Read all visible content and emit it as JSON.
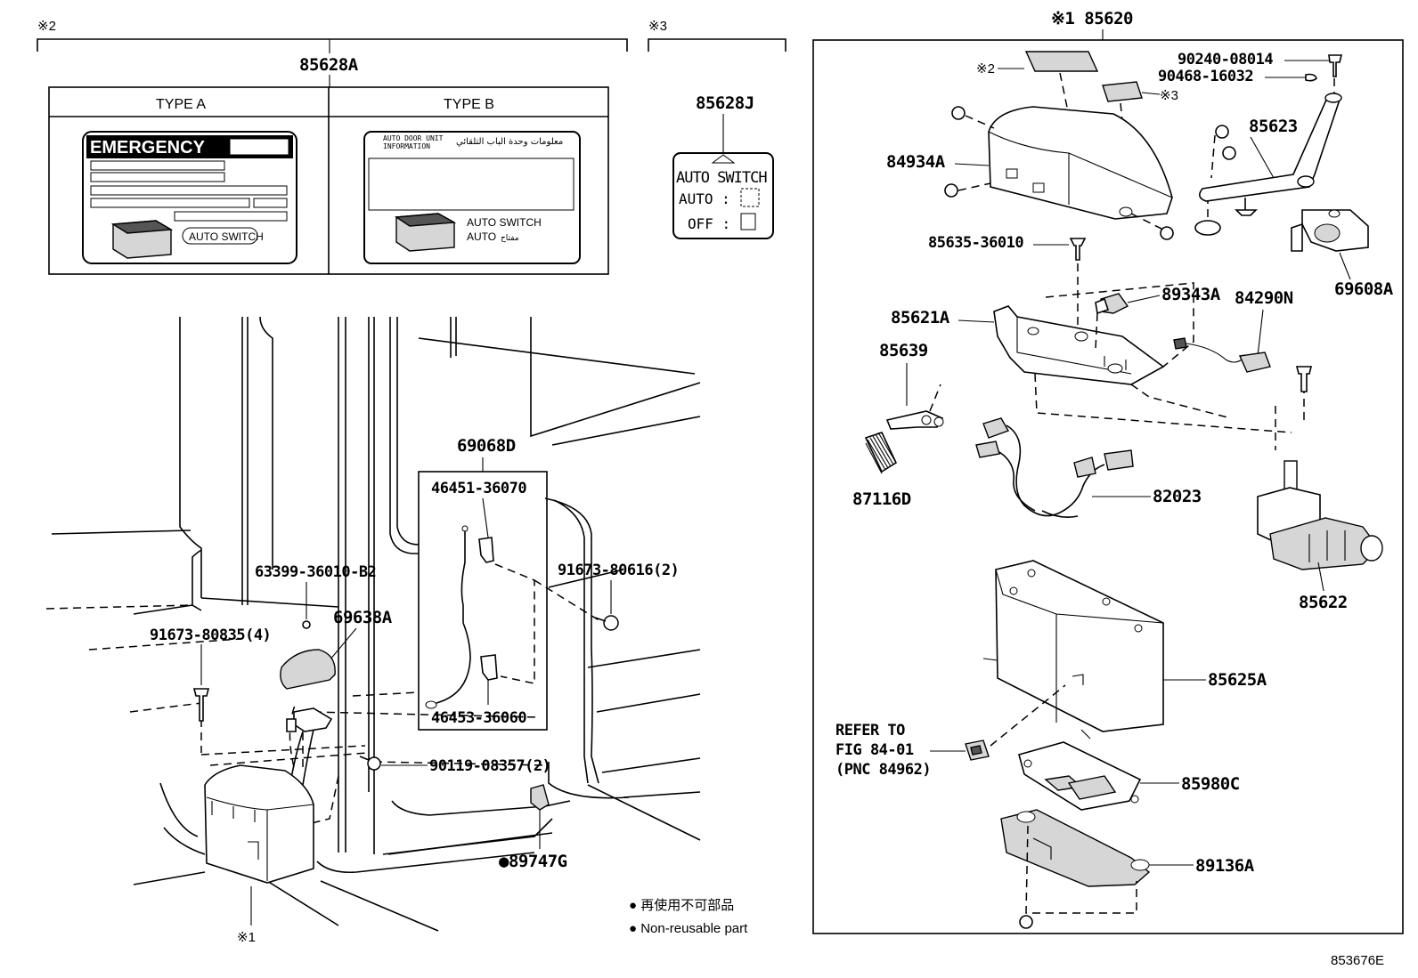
{
  "groups": {
    "mark2": "※2",
    "mark3": "※3",
    "mark1_85620": "※1 85620",
    "label_85628A": "85628A",
    "label_85628J": "85628J"
  },
  "labels_panel": {
    "type_a": "TYPE A",
    "type_b": "TYPE B",
    "emergency": "EMERGENCY",
    "auto_switch": "AUTO SWITCH",
    "auto_door_info_line1": "AUTO DOOR UNIT",
    "auto_door_info_line2": "INFORMATION",
    "arabic_title": "معلومات وحدة الباب التلقائي",
    "auto_switch_b": "AUTO SWITCH",
    "auto_b": "AUTO",
    "arabic_auto": "مفتاح",
    "j_auto_switch": "AUTO SWITCH",
    "j_auto": "AUTO :",
    "j_off": "OFF :"
  },
  "parts_right": {
    "p90240": "90240-08014",
    "p90468": "90468-16032",
    "mark2": "※2",
    "mark3": "※3",
    "p84934A": "84934A",
    "p85623": "85623",
    "p85635": "85635-36010",
    "p69608A": "69608A",
    "p85621A": "85621A",
    "p89343A": "89343A",
    "p84290N": "84290N",
    "p85639": "85639",
    "p87116D": "87116D",
    "p82023": "82023",
    "p85622": "85622",
    "p85625A": "85625A",
    "refer1": "REFER TO",
    "refer2": "FIG 84-01",
    "refer3": "(PNC 84962)",
    "p85980C": "85980C",
    "p89136A": "89136A"
  },
  "parts_left": {
    "p69068D": "69068D",
    "p46451": "46451-36070",
    "p46453": "46453-36060",
    "p63399": "63399-36010-B2",
    "p69638A": "69638A",
    "p91673_80835": "91673-80835(4)",
    "p91673_80616": "91673-80616(2)",
    "p90119": "90119-08357(2)",
    "p89747G": "●89747G",
    "mark1": "※1"
  },
  "legend": {
    "jp": "● 再使用不可部品",
    "en": "● Non-reusable part"
  },
  "figure_id": "853676E"
}
